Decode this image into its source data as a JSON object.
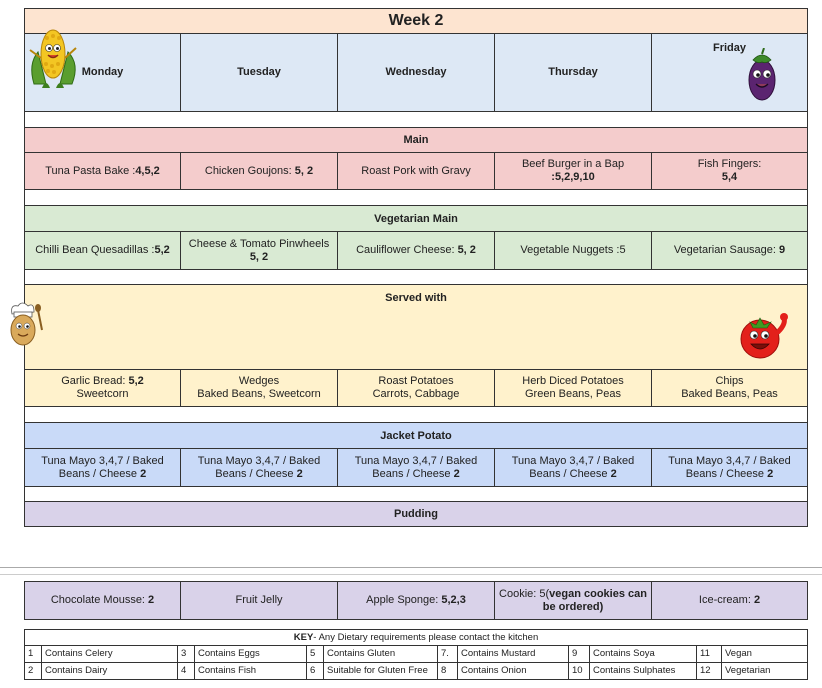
{
  "title": "Week 2",
  "days": [
    "Monday",
    "Tuesday",
    "Wednesday",
    "Thursday",
    "Friday"
  ],
  "main": {
    "label": "Main",
    "items": [
      {
        "text": "Tuna Pasta Bake :",
        "allergens": "4,5,2"
      },
      {
        "text": "Chicken Goujons: ",
        "allergens": "5, 2"
      },
      {
        "text": "Roast Pork with Gravy",
        "allergens": ""
      },
      {
        "text": "Beef Burger in a Bap",
        "allergens": ":5,2,9,10"
      },
      {
        "text": "Fish Fingers:",
        "allergens": "5,4"
      }
    ]
  },
  "veg": {
    "label": "Vegetarian Main",
    "items": [
      {
        "text": "Chilli Bean Quesadillas :",
        "allergens": "5,2"
      },
      {
        "text": "Cheese & Tomato Pinwheels",
        "allergens": "5, 2"
      },
      {
        "text": "Cauliflower Cheese: ",
        "allergens": "5, 2"
      },
      {
        "text": "Vegetable Nuggets :5",
        "allergens": ""
      },
      {
        "text": "Vegetarian Sausage: ",
        "allergens": "9"
      }
    ]
  },
  "served": {
    "label": "Served with",
    "items": [
      {
        "line1": "Garlic Bread: ",
        "bold": "5,2",
        "line2": "Sweetcorn"
      },
      {
        "line1": "Wedges",
        "bold": "",
        "line2": "Baked Beans, Sweetcorn"
      },
      {
        "line1": "Roast Potatoes",
        "bold": "",
        "line2": "Carrots, Cabbage"
      },
      {
        "line1": "Herb Diced Potatoes",
        "bold": "",
        "line2": "Green Beans, Peas"
      },
      {
        "line1": "Chips",
        "bold": "",
        "line2": "Baked Beans, Peas"
      }
    ]
  },
  "jacket": {
    "label": "Jacket Potato",
    "line1": "Tuna Mayo 3,4,7 / Baked",
    "line2": "Beans / Cheese ",
    "bold": "2"
  },
  "pudding": {
    "label": "Pudding",
    "items": [
      {
        "text": "Chocolate Mousse: ",
        "bold": "2"
      },
      {
        "text": "Fruit Jelly",
        "bold": ""
      },
      {
        "text": "Apple Sponge: ",
        "bold": "5,2,3"
      },
      {
        "text": "Cookie: 5(",
        "bold": "vegan cookies can be ordered)"
      },
      {
        "text": "Ice-cream: ",
        "bold": "2"
      }
    ]
  },
  "key": {
    "title": "KEY",
    "note": " - Any Dietary requirements please contact the kitchen",
    "row1": [
      {
        "n": "1",
        "label": "Contains Celery"
      },
      {
        "n": "3",
        "label": "Contains Eggs"
      },
      {
        "n": "5",
        "label": "Contains Gluten"
      },
      {
        "n": "7.",
        "label": "Contains Mustard"
      },
      {
        "n": "9",
        "label": "Contains Soya"
      },
      {
        "n": "11",
        "label": "Vegan"
      }
    ],
    "row2": [
      {
        "n": "2",
        "label": "Contains Dairy"
      },
      {
        "n": "4",
        "label": "Contains Fish"
      },
      {
        "n": "6",
        "label": "Suitable for Gluten Free"
      },
      {
        "n": "8",
        "label": "Contains Onion"
      },
      {
        "n": "10",
        "label": "Contains Sulphates"
      },
      {
        "n": "12",
        "label": "Vegetarian"
      }
    ]
  },
  "decorations": [
    "corn-mascot-icon",
    "eggplant-mascot-icon",
    "potato-chef-icon",
    "tomato-mascot-icon"
  ]
}
